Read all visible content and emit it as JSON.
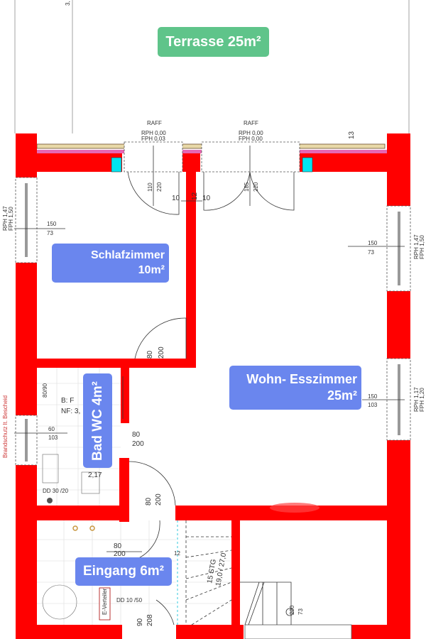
{
  "rooms": {
    "terrasse": "Terrasse 25m²",
    "schlafzimmer_line1": "Schlafzimmer",
    "schlafzimmer_line2": "10m²",
    "wohn_line1": "Wohn- Esszimmer",
    "wohn_line2": "25m²",
    "bad": "Bad WC 4m²",
    "eingang": "Eingang 6m²"
  },
  "windows": {
    "raff_left": "RAFF",
    "raff_right": "RAFF",
    "door_left_rph": "RPH 0,00",
    "door_left_fph": "FPH 0,03",
    "door_right_rph": "RPH 0,00",
    "door_right_fph": "FPH 0,00",
    "left_rph": "RPH 1,47",
    "left_fph": "FPH 1,50",
    "right_top_rph": "RPH 1,47",
    "right_top_fph": "FPH 1,50",
    "right_bottom_rph": "RPH 1,17",
    "right_bottom_fph": "FPH 1,20"
  },
  "dimensions": {
    "d13": "13",
    "d12_top": "12",
    "d10_left": "10",
    "d10_right": "10",
    "door1_w": "110",
    "door1_h": "220",
    "door2_w": "185",
    "door2_h": "220",
    "win_left_w": "150",
    "win_left_p": "73",
    "win_rt_w": "150",
    "win_rt_p": "73",
    "win_rb_w": "150",
    "win_rb_p": "103",
    "schlaf_door_w": "80",
    "schlaf_door_h": "200",
    "bad_door_w": "80",
    "bad_door_h": "200",
    "bad_win_w": "60",
    "bad_win_p": "103",
    "bad_217": "2,17",
    "dd30": "DD 30 /20",
    "shower": "80/90",
    "bad_b": "B:   F",
    "bad_nf": "NF: 3,",
    "flur_door_w": "80",
    "flur_door_h": "200",
    "eingang_door_w": "80",
    "eingang_door_h": "200",
    "d12_stair": "12",
    "stairs_1": "15 STG",
    "stairs_2": "19,0 / 27,0",
    "e_verteiler": "E-Verteiler",
    "dd10": "DD 10 /50",
    "front_w": "90",
    "front_h": "208",
    "stair_200": "200",
    "stair_73": "73",
    "terrace_3": "3,",
    "brandschutz": "Brandschutz lt. Bescheid"
  },
  "colors": {
    "wall": "#ff0000",
    "room_label": "#6a86ee",
    "terrace_label": "#5fc48a"
  }
}
